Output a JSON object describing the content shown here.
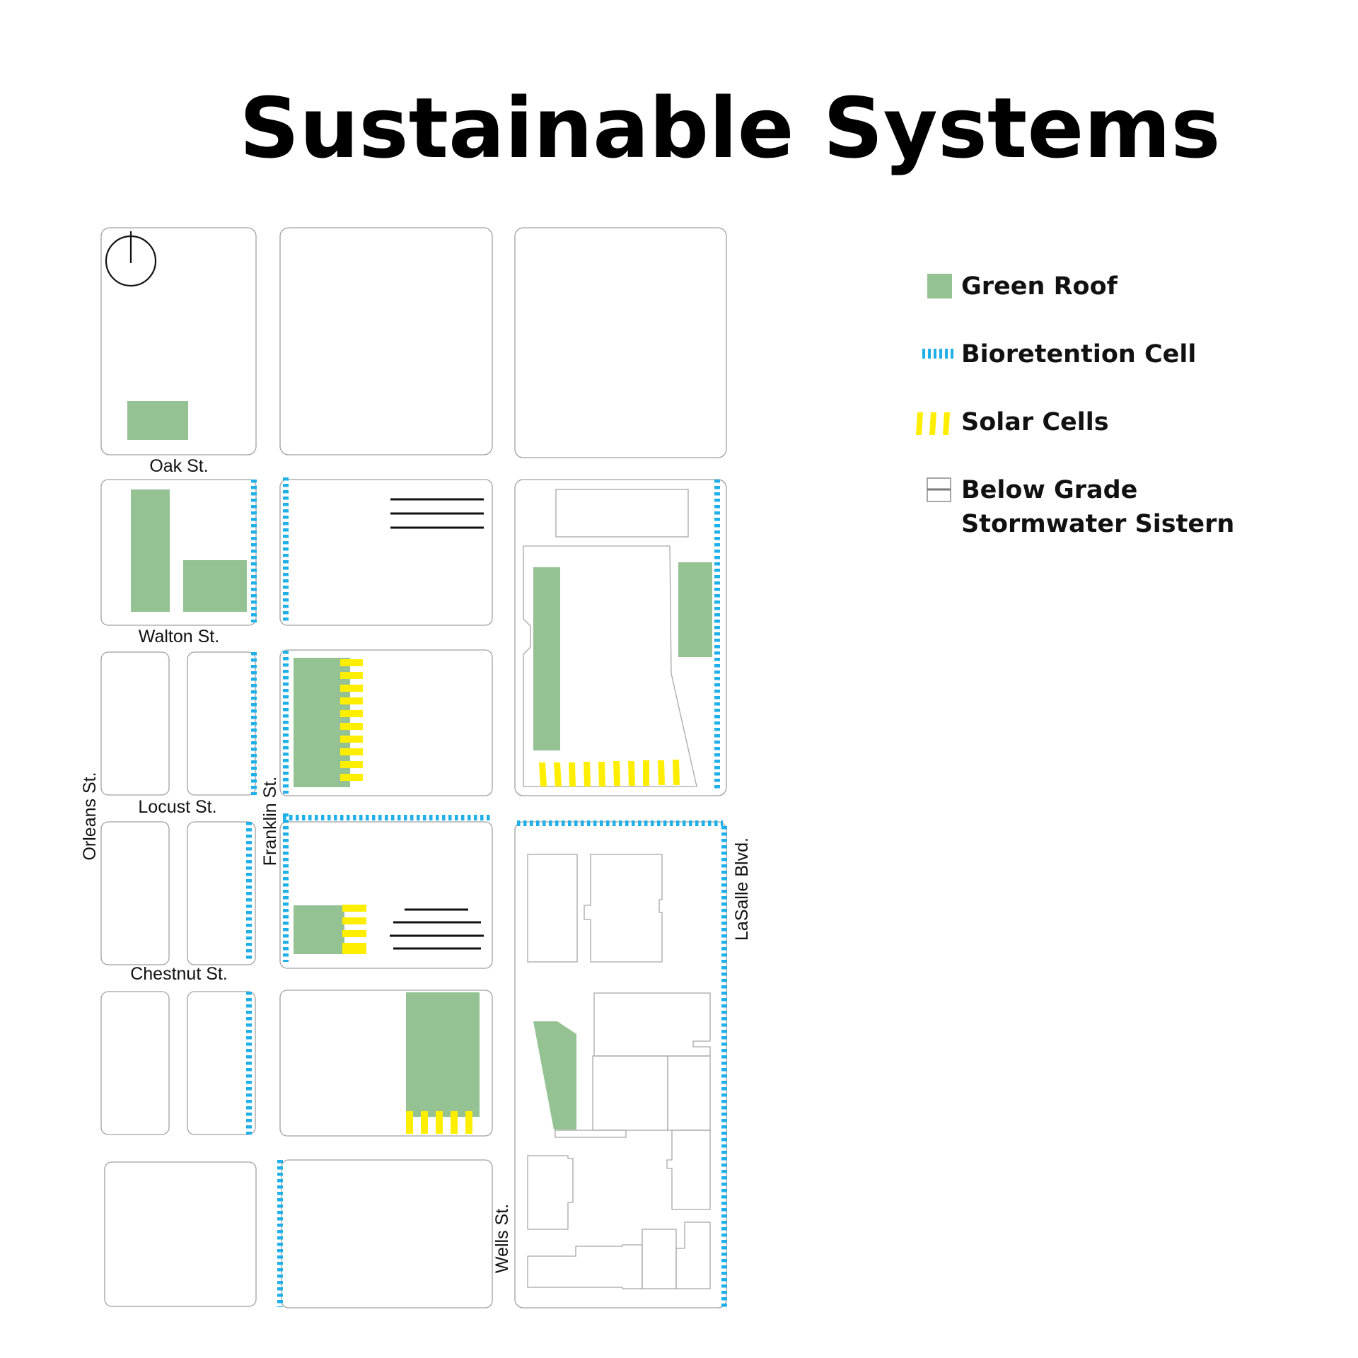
{
  "title": "Sustainable Systems",
  "streets": {
    "oak": "Oak St.",
    "walton": "Walton St.",
    "locust": "Locust St.",
    "chestnut": "Chestnut St.",
    "orleans": "Orleans St.",
    "franklin": "Franklin St.",
    "lasalle": "LaSalle Blvd.",
    "wells": "Wells St."
  },
  "legend": {
    "green_roof": "Green Roof",
    "bioretention": "Bioretention Cell",
    "solar": "Solar Cells",
    "cistern_line1": "Below Grade",
    "cistern_line2": "Stormwater Sistern"
  },
  "colors": {
    "green_roof": "#95c293",
    "bioretention": "#1fb0ea",
    "solar": "#ffee00",
    "cistern": "#111111",
    "block_outline": "#a0a0a0"
  },
  "icons": {
    "north_arrow": "north-arrow-icon"
  }
}
